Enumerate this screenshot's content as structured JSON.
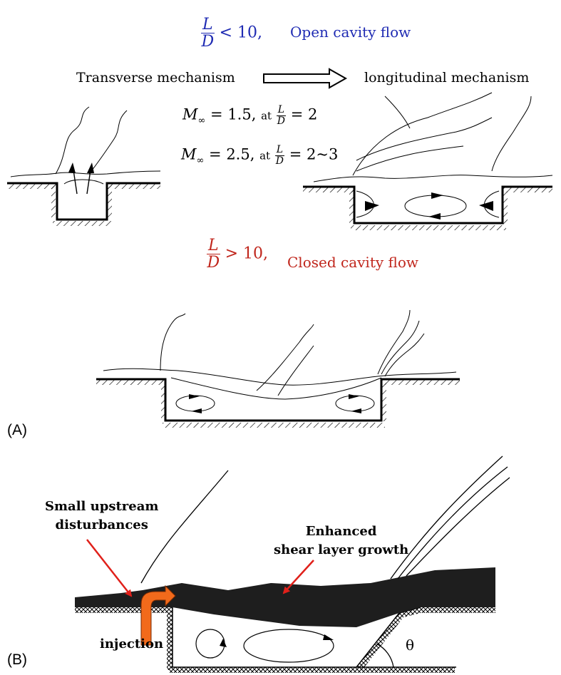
{
  "panel_a": {
    "open_cond": {
      "num": "L",
      "den": "D",
      "rel": "< 10,",
      "label": "Open cavity flow",
      "color": "#1f2bb3"
    },
    "mechanism_left": "Transverse mechanism",
    "mechanism_right": "longitudinal mechanism",
    "mach1": {
      "m": "M",
      "sub": "∞",
      "eq": "= 1.5,",
      "at": "at",
      "num": "L",
      "den": "D",
      "rhs": "= 2"
    },
    "mach2": {
      "m": "M",
      "sub": "∞",
      "eq": "= 2.5,",
      "at": "at",
      "num": "L",
      "den": "D",
      "rhs": "= 2~3"
    },
    "closed_cond": {
      "num": "L",
      "den": "D",
      "rel": "> 10,",
      "label": "Closed cavity flow",
      "color": "#c0261c"
    },
    "panel_label": "(A)"
  },
  "panel_b": {
    "upstream_label": [
      "Small upstream",
      "disturbances"
    ],
    "shear_label": [
      "Enhanced",
      "shear layer growth"
    ],
    "injection_label": "injection",
    "theta_label": "θ",
    "panel_label": "(B)",
    "arrow_color": "#e0201a",
    "injector_color": "#f26a1b"
  }
}
